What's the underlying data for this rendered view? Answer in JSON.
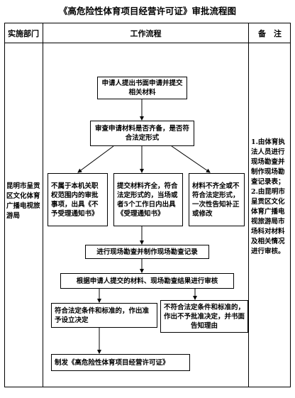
{
  "title": "《高危险性体育项目经营许可证》审批流程图",
  "header": {
    "col1": "实施部门",
    "col2": "工作流程",
    "col3": "备　注"
  },
  "department": "昆明市呈贡区文化体育广播电视旅游局",
  "notes": "1.由体育执法人员进行现场勘查并制作现场勘查记录表；2.由昆明市呈贡区文化体育广播电视旅游局市场科对材料及相关情况进行审核。",
  "flow": {
    "step1": "申请人提出书面申请并提交相关材料",
    "step2": "审查申请材料是否齐备，是否符合法定形式",
    "branch_left": "不属于本机关职权范围内的审批事项，出具《不予受理通知书》",
    "branch_mid": "提交材料齐全，符合法定形式的，当场或者5个工作日内出具《受理通知书》",
    "branch_right": "材料不齐全或不符合法定形式，一次性告知补正或修改",
    "step3": "进行现场勘查并制作现场勘查记录",
    "step4": "根据申请人提交的材料、现场勘查结果进行审核",
    "result_ok": "符合法定条件和标准的，作出准予设立决定",
    "result_no": "不符合法定条件和标准的，作出不予批准决定，并书面告知理由",
    "final": "制发《高危险性体育项目经营许可证》"
  }
}
